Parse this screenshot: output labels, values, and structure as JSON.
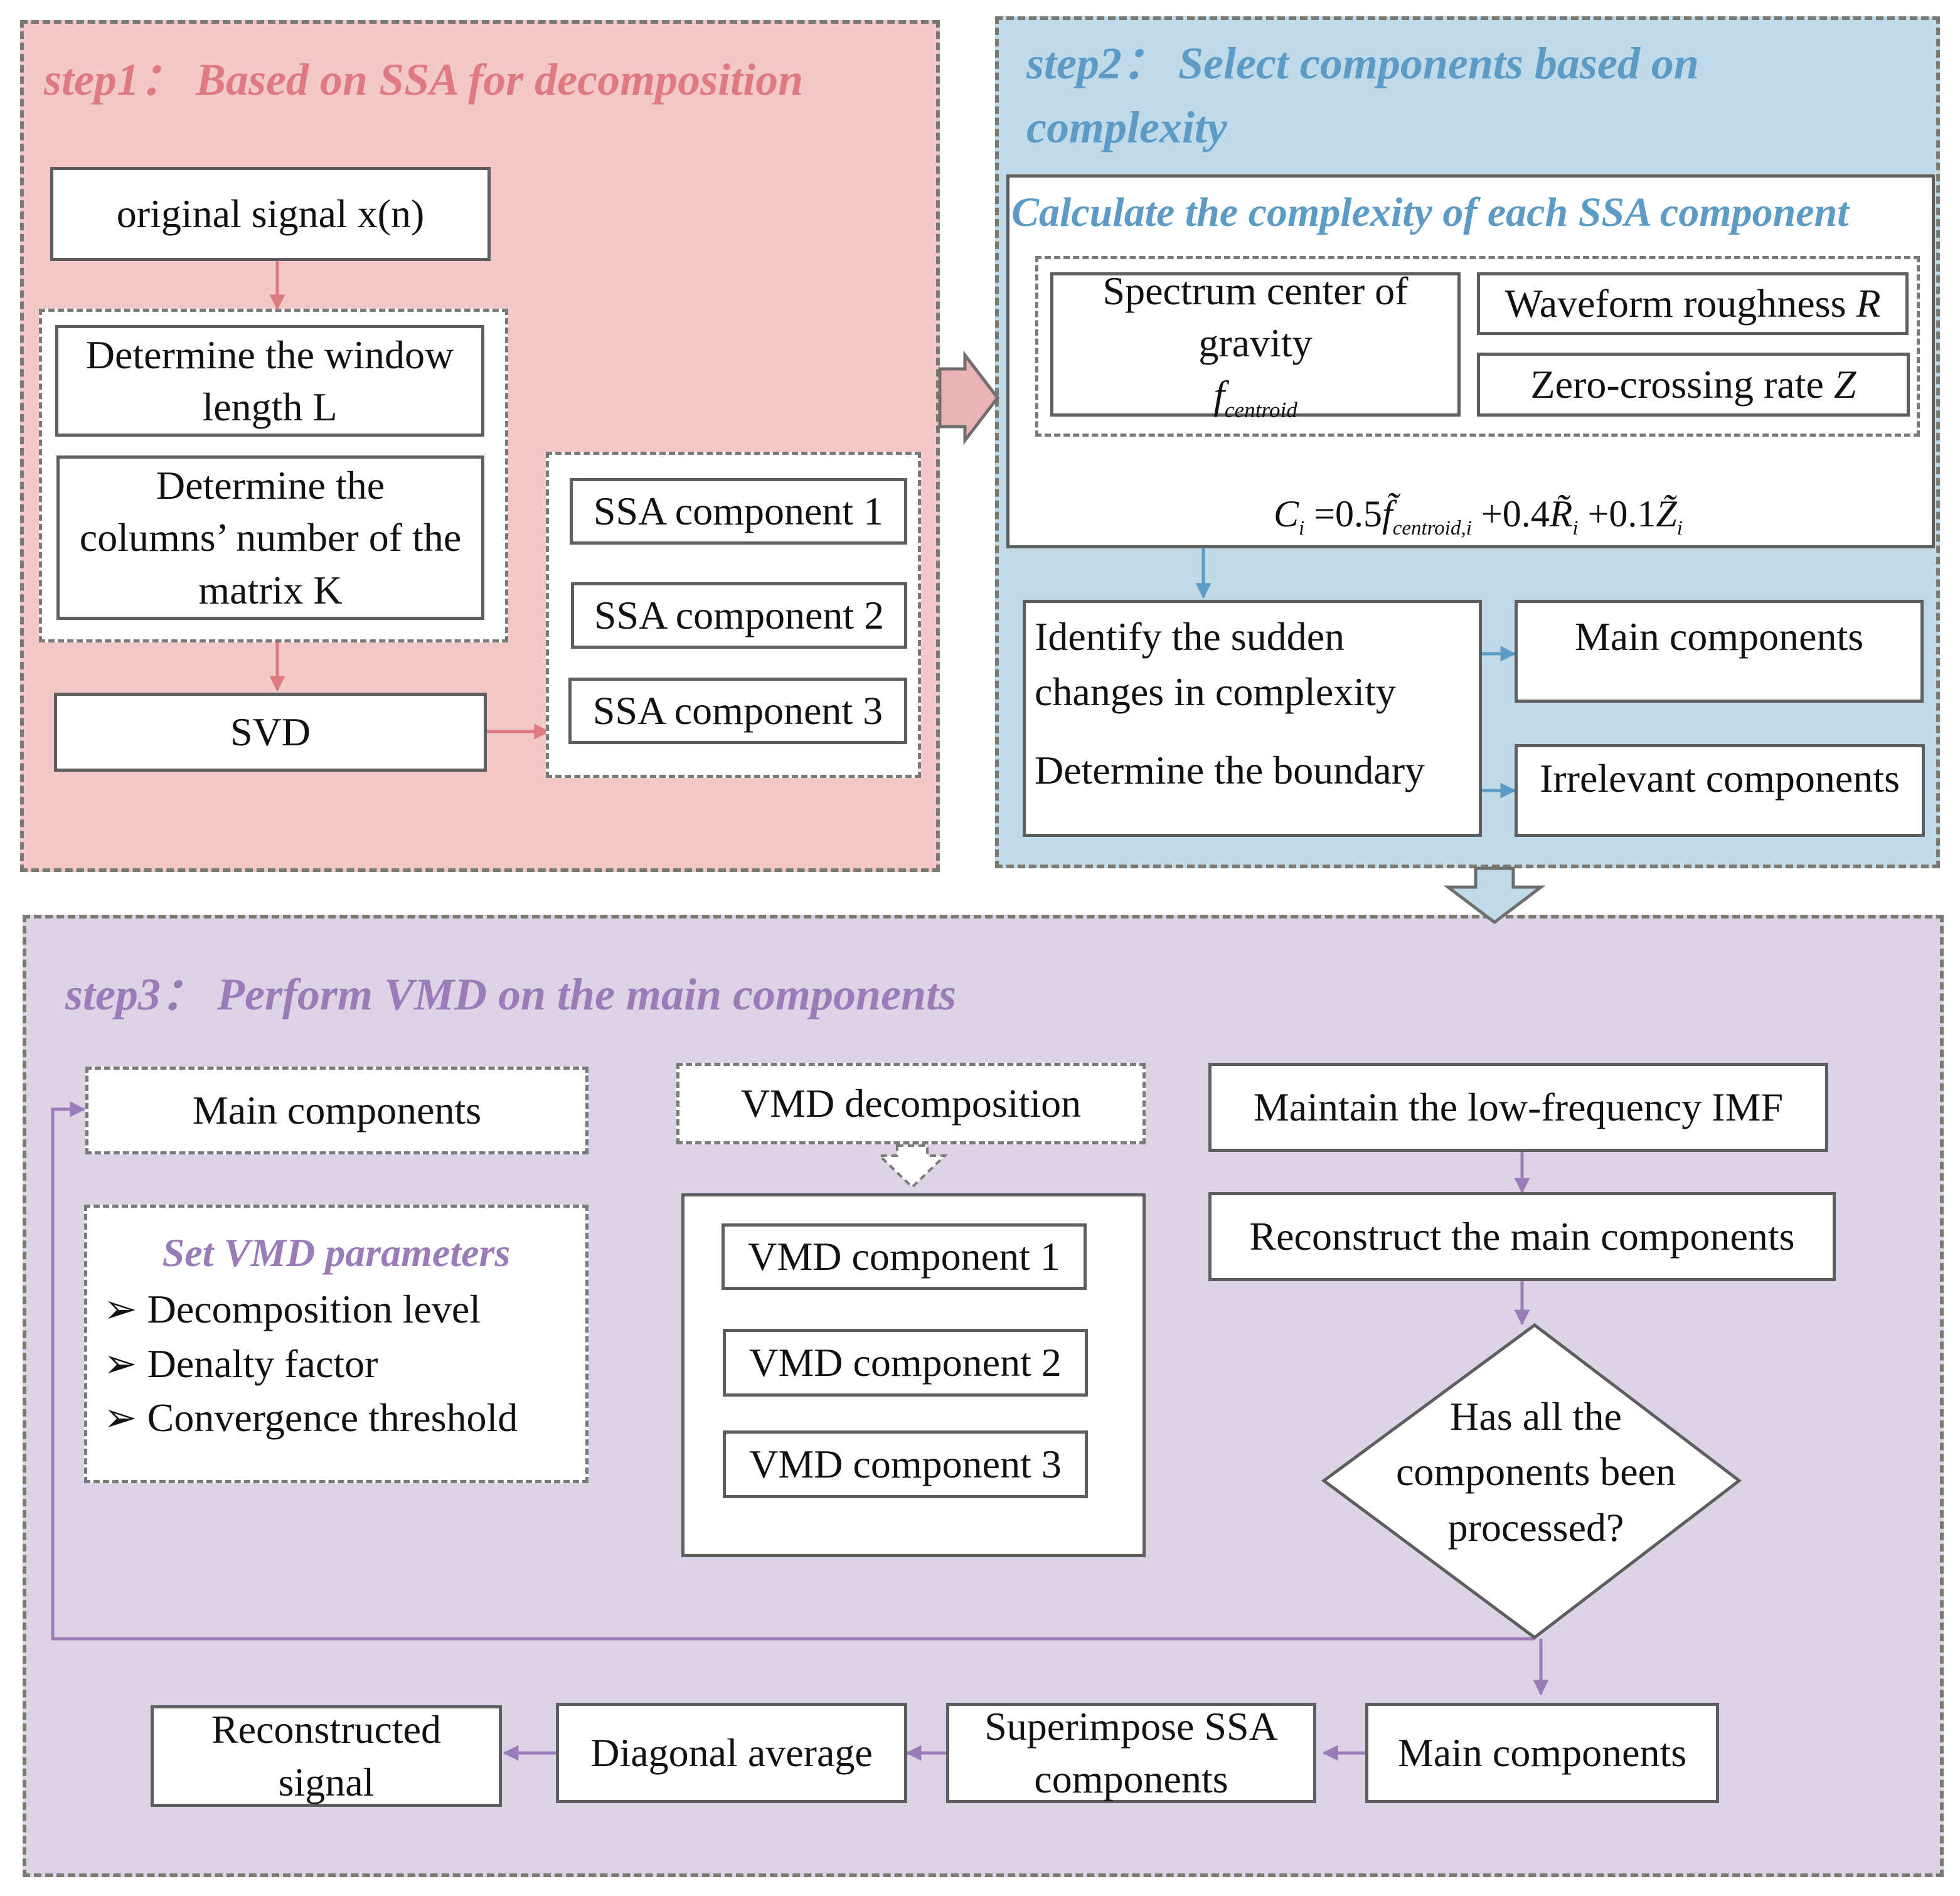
{
  "step1": {
    "title": "step1： Based on SSA for decomposition",
    "original_signal": "original signal x(n)",
    "window_length": "Determine the window length L",
    "columns_number": "Determine the columns’ number of the matrix K",
    "svd": "SVD",
    "components": [
      "SSA component 1",
      "SSA component 2",
      "SSA component 3"
    ]
  },
  "step2": {
    "title": "step2： Select components based on complexity",
    "calc_title": "Calculate the complexity of each SSA component",
    "spectrum_label": "Spectrum center of gravity",
    "spectrum_symbol": "f",
    "spectrum_sub": "centroid",
    "waveform_label": "Waveform roughness",
    "waveform_symbol": "R",
    "zero_label": "Zero-crossing rate",
    "zero_symbol": "Z",
    "formula": {
      "lhs": "C",
      "lhs_sub": "i",
      "eq": "=0.5",
      "f": "f̃",
      "f_sub": "centroid,i",
      "r_coef": "+0.4",
      "r": "R̃",
      "r_sub": "i",
      "z_coef": "+0.1",
      "z": "Z̃",
      "z_sub": "i"
    },
    "identify": "Identify the sudden changes in complexity",
    "boundary": "Determine the boundary",
    "main": "Main components",
    "irrelevant": "Irrelevant components"
  },
  "step3": {
    "title": "step3： Perform VMD on the main components",
    "main_components": "Main components",
    "params_title": "Set VMD parameters",
    "params": [
      "Decomposition level",
      "Denalty factor",
      "Convergence threshold"
    ],
    "bullet": "➢",
    "vmd_decomp": "VMD decomposition",
    "vmd_components": [
      "VMD component 1",
      "VMD component 2",
      "VMD component 3"
    ],
    "maintain": "Maintain the low-frequency IMF",
    "reconstruct_main": "Reconstruct the main components",
    "decision": "Has all the components been processed?",
    "main_out": "Main components",
    "superimpose": "Superimpose SSA components",
    "diagonal": "Diagonal average",
    "reconstructed": "Reconstructed signal"
  },
  "colors": {
    "step1_bg": "#f2c8c9",
    "step1_title": "#e07a82",
    "step2_bg": "#c1dae8",
    "step2_title": "#5b9bc6",
    "step3_bg": "#ddd3e6",
    "step3_title": "#9a7cb8",
    "arrow_red": "#e07a82",
    "arrow_blue": "#5b9bc6",
    "arrow_purple": "#9a7cb8"
  }
}
